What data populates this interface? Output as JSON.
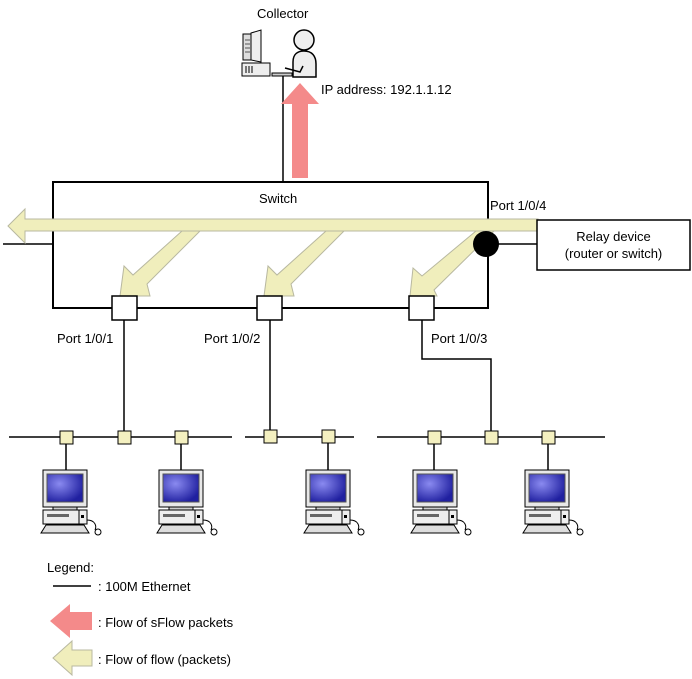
{
  "collector": {
    "label": "Collector",
    "ip_label": "IP address: 192.1.1.12",
    "icon": "operator-workstation-icon"
  },
  "switch": {
    "label": "Switch",
    "ports": [
      {
        "id": "port-1-0-1",
        "label": "Port 1/0/1"
      },
      {
        "id": "port-1-0-2",
        "label": "Port 1/0/2"
      },
      {
        "id": "port-1-0-3",
        "label": "Port 1/0/3"
      },
      {
        "id": "port-1-0-4",
        "label": "Port 1/0/4"
      }
    ]
  },
  "relay_device": {
    "line1": "Relay device",
    "line2": "(router or switch)"
  },
  "segments": [
    {
      "name": "segment-1",
      "pcs": 2,
      "connected_port": "Port 1/0/1"
    },
    {
      "name": "segment-2",
      "pcs": 1,
      "connected_port": "Port 1/0/2"
    },
    {
      "name": "segment-3",
      "pcs": 2,
      "connected_port": "Port 1/0/3"
    }
  ],
  "legend": {
    "title": "Legend:",
    "items": [
      {
        "symbol": "line",
        "label": ": 100M Ethernet"
      },
      {
        "symbol": "sflow-arrow",
        "label": ": Flow of sFlow packets"
      },
      {
        "symbol": "flow-arrow",
        "label": ": Flow of flow (packets)"
      }
    ]
  },
  "colors": {
    "sflow_arrow": "#f48a8a",
    "flow_arrow": "#f0eebc",
    "flow_arrow_edge": "#b8b8a0",
    "screen": "#3a3ab8",
    "node": "#f4f0c0"
  }
}
